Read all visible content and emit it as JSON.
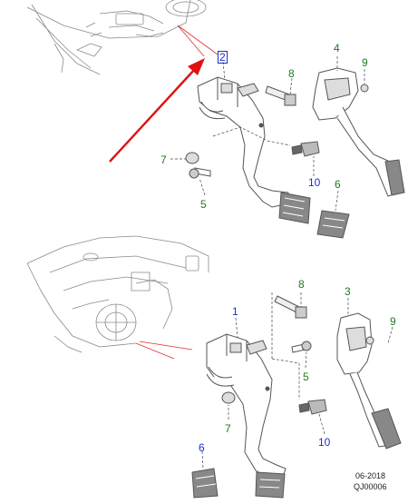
{
  "callouts": {
    "c2": "2",
    "c4": "4",
    "c8a": "8",
    "c9a": "9",
    "c7a": "7",
    "c5a": "5",
    "c10a": "10",
    "c6a": "6",
    "c1": "1",
    "c8b": "8",
    "c3": "3",
    "c9b": "9",
    "c5b": "5",
    "c7b": "7",
    "c10b": "10",
    "c6b": "6"
  },
  "stamp": {
    "date": "06-2018",
    "code": "QJ00006"
  },
  "colors": {
    "line": "#555555",
    "leader": "#e03030",
    "arrow": "#e01010",
    "blue_label": "#1a2fd0",
    "green_label": "#1f7a1f"
  }
}
